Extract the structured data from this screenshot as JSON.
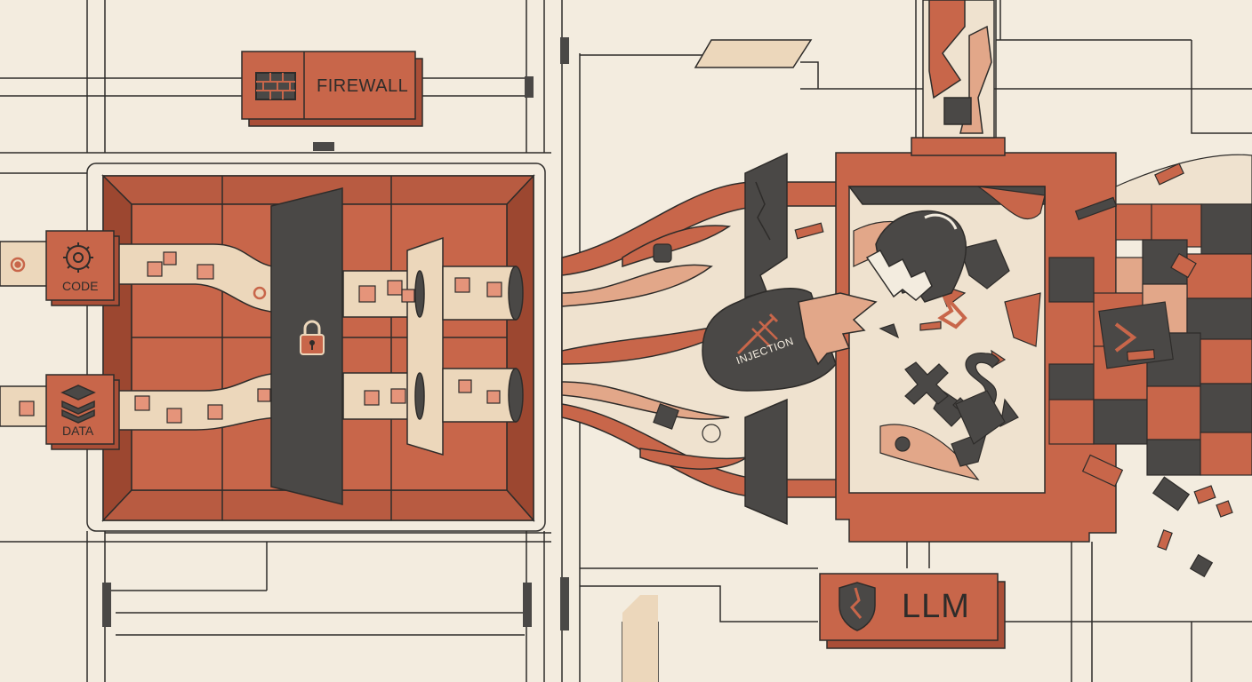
{
  "labels": {
    "firewall": "FIREWALL",
    "code": "CODE",
    "data": "DATA",
    "injection": "INJECTION",
    "llm": "LLM"
  },
  "colors": {
    "background": "#f3ecdf",
    "terracotta": "#c8664a",
    "terracotta_dark": "#a94e37",
    "charcoal": "#4a4846",
    "cream": "#efe2cf",
    "peach": "#e2a789",
    "line": "#2e2c2a"
  },
  "icons": [
    "brick-wall-icon",
    "gear-icon",
    "database-stack-icon",
    "padlock-icon",
    "syringe-icon",
    "broken-shield-icon"
  ]
}
